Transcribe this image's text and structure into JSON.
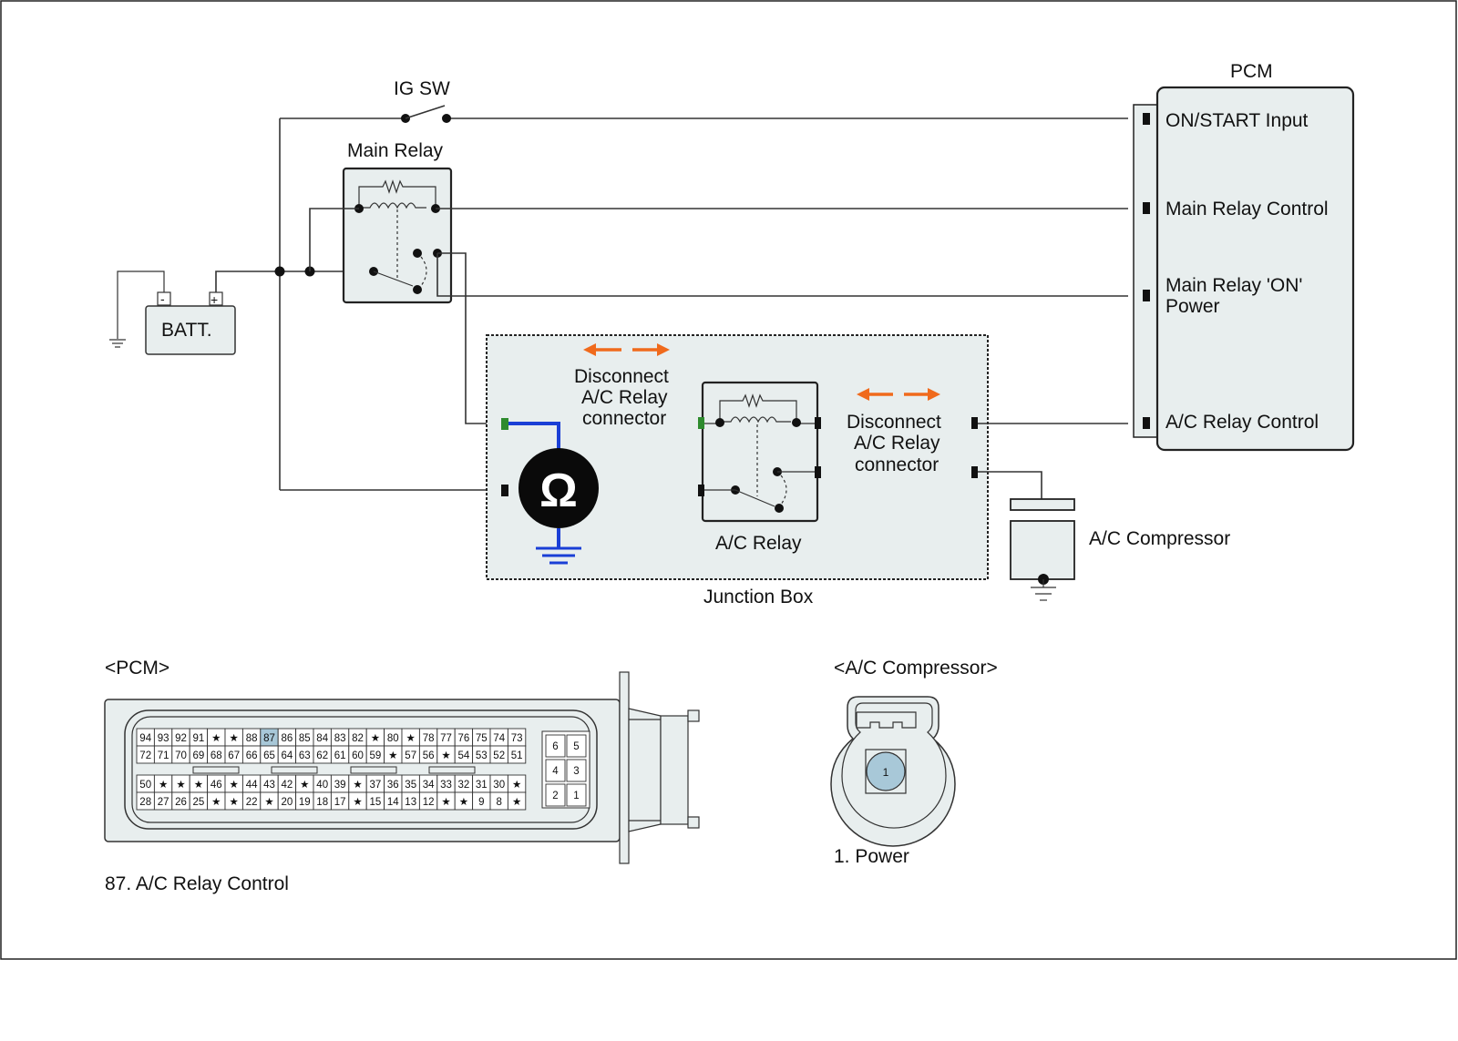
{
  "labels": {
    "ig_sw": "IG SW",
    "main_relay": "Main Relay",
    "battery": "BATT.",
    "battery_minus": "-",
    "battery_plus": "+",
    "pcm": "PCM",
    "pcm_on_start": "ON/START Input",
    "pcm_main_relay_control": "Main Relay Control",
    "pcm_main_relay_on_power_1": "Main Relay 'ON'",
    "pcm_main_relay_on_power_2": "Power",
    "pcm_ac_relay_control": "A/C Relay Control",
    "disconnect_left_1": "Disconnect",
    "disconnect_left_2": "A/C Relay",
    "disconnect_left_3": "connector",
    "disconnect_right_1": "Disconnect",
    "disconnect_right_2": "A/C Relay",
    "disconnect_right_3": "connector",
    "ohm_symbol": "Ω",
    "ac_relay": "A/C Relay",
    "junction_box": "Junction Box",
    "ac_compressor": "A/C Compressor"
  },
  "pcm_connector": {
    "title": "<PCM>",
    "caption": "87. A/C Relay Control",
    "highlight_pin": "87",
    "row1": [
      "94",
      "93",
      "92",
      "91",
      "★",
      "★",
      "88",
      "87",
      "86",
      "85",
      "84",
      "83",
      "82",
      "★",
      "80",
      "★",
      "78",
      "77",
      "76",
      "75",
      "74",
      "73"
    ],
    "row2": [
      "72",
      "71",
      "70",
      "69",
      "68",
      "67",
      "66",
      "65",
      "64",
      "63",
      "62",
      "61",
      "60",
      "59",
      "★",
      "57",
      "56",
      "★",
      "54",
      "53",
      "52",
      "51"
    ],
    "row3": [
      "50",
      "★",
      "★",
      "★",
      "46",
      "★",
      "44",
      "43",
      "42",
      "★",
      "40",
      "39",
      "★",
      "37",
      "36",
      "35",
      "34",
      "33",
      "32",
      "31",
      "30",
      "★"
    ],
    "row4": [
      "28",
      "27",
      "26",
      "25",
      "★",
      "★",
      "22",
      "★",
      "20",
      "19",
      "18",
      "17",
      "★",
      "15",
      "14",
      "13",
      "12",
      "★",
      "★",
      "9",
      "8",
      "★"
    ],
    "side_pins": [
      [
        "6",
        "5"
      ],
      [
        "4",
        "3"
      ],
      [
        "2",
        "1"
      ]
    ]
  },
  "ac_compressor_connector": {
    "title": "<A/C Compressor>",
    "pin": "1",
    "caption": "1. Power"
  },
  "colors": {
    "box_fill": "#e8eeee",
    "arrow_orange": "#f06a1c",
    "meter_wire_blue": "#1a3fd6",
    "connector_green": "#2e8b2e",
    "highlight_pin": "#a8c8d8"
  }
}
